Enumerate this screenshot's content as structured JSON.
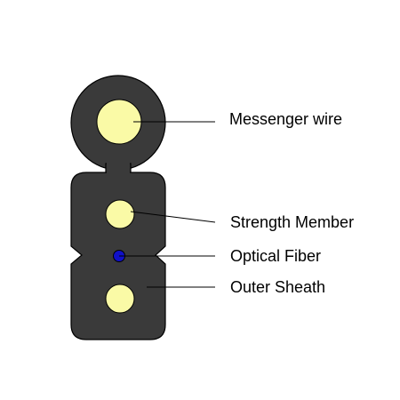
{
  "labels": {
    "messenger_wire": "Messenger wire",
    "strength_member": "Strength Member",
    "optical_fiber": "Optical Fiber",
    "outer_sheath": "Outer Sheath"
  },
  "colors": {
    "sheath": "#3a3a3a",
    "outline": "#000000",
    "strength_member_fill": "#fafaa6",
    "fiber_fill": "#1010c8",
    "leader_line": "#000000"
  }
}
